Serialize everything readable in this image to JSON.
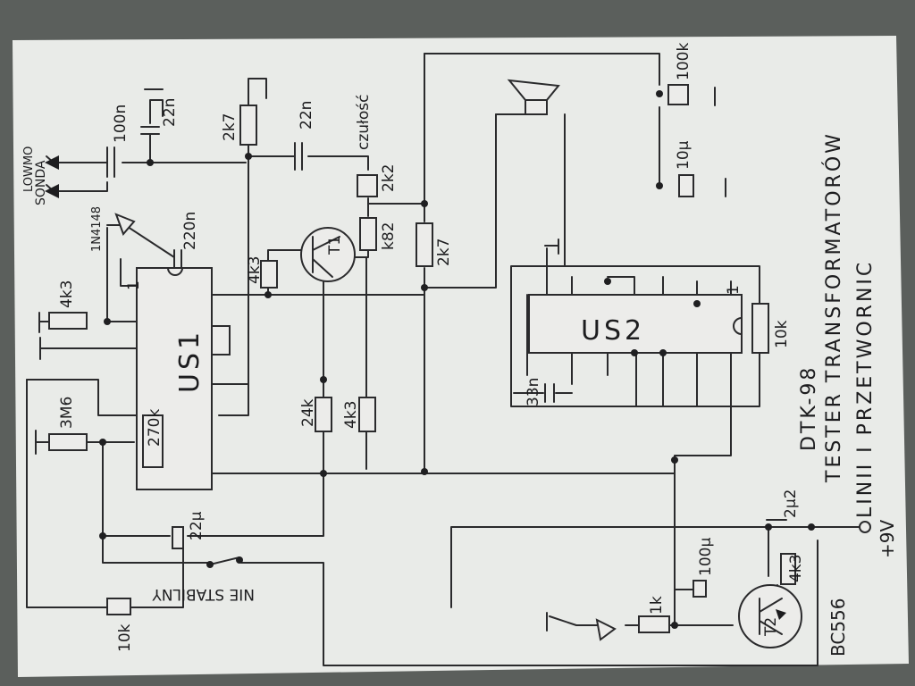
{
  "paper": {
    "color": "#e9ebe8",
    "background": "#5b5f5c",
    "ink": "#2a2a2c"
  },
  "ic": {
    "us1": "US1",
    "us2": "US2",
    "pin1": "1"
  },
  "transistors": {
    "t1": "T1",
    "t2": "T2",
    "t2_type": "BC556"
  },
  "components": {
    "c_100n": "100n",
    "c_22n_gnd": "22n",
    "r_2k7_top": "2k7",
    "c_22n_top": "22n",
    "pot_2k2": "2k2",
    "czulosc": "czułość",
    "diode_1n4148": "1N4148",
    "c_220n": "220n",
    "r_4k3_a": "4k3",
    "r_4k3_b": "4k3",
    "r_k82": "k82",
    "r_2k7_right": "2k7",
    "r_3m6": "3M6",
    "pot_270k": "270k",
    "r_24k": "24k",
    "r_4k3_c": "4k3",
    "c_22u": "22μ",
    "r_10k_left": "10k",
    "nie_stabilny": "NIE STABILNY",
    "r_100k": "100k",
    "c_10u": "10μ",
    "c_33n": "33n",
    "r_10k_right": "10k",
    "c_100u": "100μ",
    "pot_1k": "1k",
    "r_4k3_d": "4k3",
    "c_2u2": "2μ2",
    "supply": "+9V"
  },
  "probe": {
    "line1": "SONDA",
    "line2": "LOWMO"
  },
  "title": {
    "line1": "DTK-98",
    "line2": "TESTER TRANSFORMATORÓW",
    "line3": "LINII I PRZETWORNIC"
  }
}
